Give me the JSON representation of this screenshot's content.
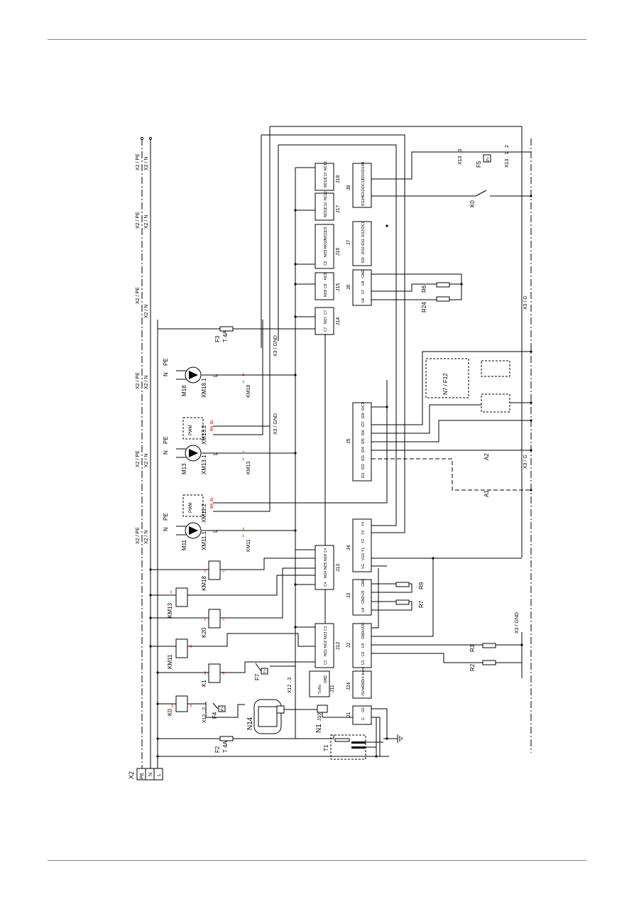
{
  "supply": {
    "block_label": "X2",
    "terminals": [
      "PE",
      "N",
      "L"
    ]
  },
  "bus_labels": {
    "pe": "X2 / PE",
    "n": "X2 / N"
  },
  "fuses": {
    "f2": "F2",
    "f3": "F3",
    "rating": "T 4A"
  },
  "transformer": {
    "label": "T1"
  },
  "controller": {
    "label": "N1",
    "connectors": {
      "j1": "J1",
      "j2": "J2",
      "j3": "J3",
      "j4": "J4",
      "j5": "J5",
      "j6": "J6",
      "j7": "J7",
      "j8": "J8",
      "j10": "J10",
      "j11": "J11",
      "j12": "J12",
      "j13": "J13",
      "j14": "J14",
      "j15": "J15",
      "j16": "J16",
      "j17": "J17",
      "j18": "J18",
      "j24": "J24"
    },
    "pins": {
      "j1": [
        "G",
        "G0"
      ],
      "j24": [
        "+5Vref",
        "GND",
        "+V term"
      ],
      "j11": [
        "Tx/Rx",
        "GND"
      ],
      "j2": [
        "U1",
        "U2",
        "U3",
        "GND",
        "+VDC"
      ],
      "j3": [
        "U4",
        "GND",
        "U5",
        "GND"
      ],
      "j4": [
        "VG",
        "VG0",
        "Y1",
        "Y2",
        "Y3",
        "Y4"
      ],
      "j5": [
        "ID1",
        "ID2",
        "ID3",
        "ID4",
        "ID5",
        "ID6",
        "ID7",
        "ID8",
        "IDC1"
      ],
      "j6": [
        "U6",
        "U7",
        "U8",
        "GND"
      ],
      "j7": [
        "ID9",
        "ID10",
        "ID11",
        "ID12",
        "IDC9"
      ],
      "j8": [
        "ID13H",
        "ID13",
        "IDC13",
        "ID14",
        "ID14H"
      ],
      "j12": [
        "C1",
        "NO1",
        "NO2",
        "NO3",
        "C1"
      ],
      "j13": [
        "C4",
        "NO4",
        "NO5",
        "NO6",
        "C4"
      ],
      "j14": [
        "C7",
        "NO7",
        "C7"
      ],
      "j15": [
        "NO8",
        "C8",
        "NC8"
      ],
      "j16": [
        "C9",
        "NO9",
        "NO10",
        "NO11",
        "C9"
      ],
      "j17": [
        "NO12",
        "C12",
        "NC12"
      ],
      "j18": [
        "NO13",
        "C13",
        "NC13"
      ]
    }
  },
  "relays": {
    "k0": "K0",
    "k1": "K1",
    "k20": "K20",
    "km11": "KM11",
    "km13": "KM13",
    "km18": "KM18",
    "coil_a1": "A1",
    "coil_a2": "A2",
    "contact_13": "13",
    "contact_14": "14"
  },
  "pumps": {
    "m11": "M11",
    "m13": "M13",
    "m18": "M18",
    "xm11_1": "XM11.1",
    "xm13_1": "XM13.1",
    "xm18_1": "XM18.1",
    "xm11_2": "XM11.2",
    "xm13_2": "XM13.2",
    "pin_n": "N",
    "pin_pe": "PE",
    "pin_l": "L",
    "pwm": "PWM",
    "wire_bn": "BN",
    "wire_bl": "BL"
  },
  "protection": {
    "f4": "F4",
    "f5": "F5",
    "f7": "F7",
    "p_up": "P>",
    "t_up": "T>",
    "x12_2": "X12 . 2",
    "x12_3": "X12 . 3",
    "x13_3": "X13 . 3",
    "x13_12": "X13 . 1 . 2",
    "num_1": "1",
    "num_2": "2",
    "num_3": "3"
  },
  "sensors": {
    "r2": "R2",
    "r3": "R3",
    "r6": "R6",
    "r7": "R7",
    "r9": "R9",
    "r24": "R24"
  },
  "module": {
    "label": "N14"
  },
  "external": {
    "a1": "A1",
    "a2": "A2",
    "n7_f12": "N7 / F12",
    "x3_gnd": "X3 / GND",
    "x3_g": "X3 / G",
    "k0_remote": "K0"
  }
}
